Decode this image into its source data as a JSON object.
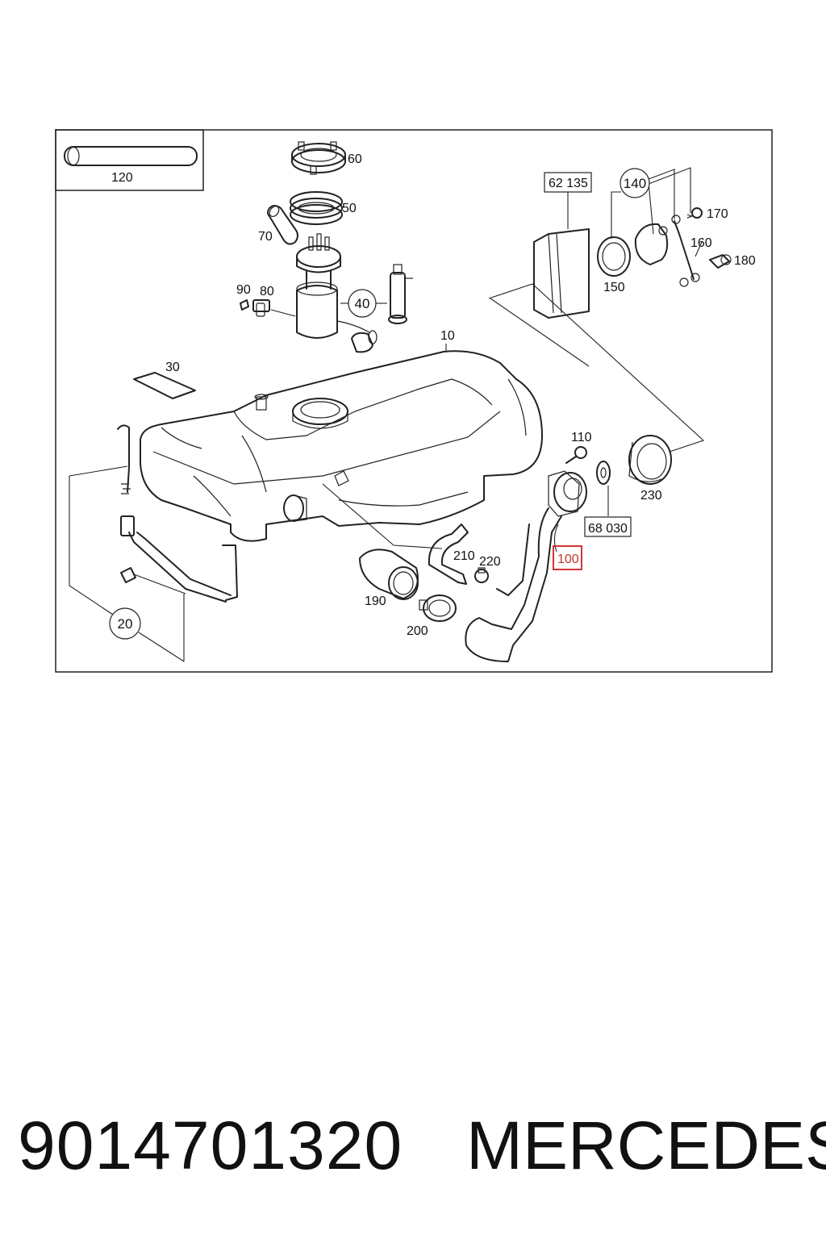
{
  "labels": {
    "l120": "120",
    "l60": "60",
    "l50": "50",
    "l70": "70",
    "l90": "90",
    "l80": "80",
    "l40": "40",
    "l10": "10",
    "l30": "30",
    "l62135": "62 135",
    "l140": "140",
    "l170": "170",
    "l160": "160",
    "l180": "180",
    "l150": "150",
    "l110": "110",
    "l230": "230",
    "l68030": "68 030",
    "l100": "100",
    "l210": "210",
    "l220": "220",
    "l190": "190",
    "l200": "200",
    "l20": "20"
  },
  "footer": {
    "part_number": "9014701320",
    "brand": "MERCEDES"
  },
  "colors": {
    "highlight": "#d02020",
    "line": "#222222"
  }
}
